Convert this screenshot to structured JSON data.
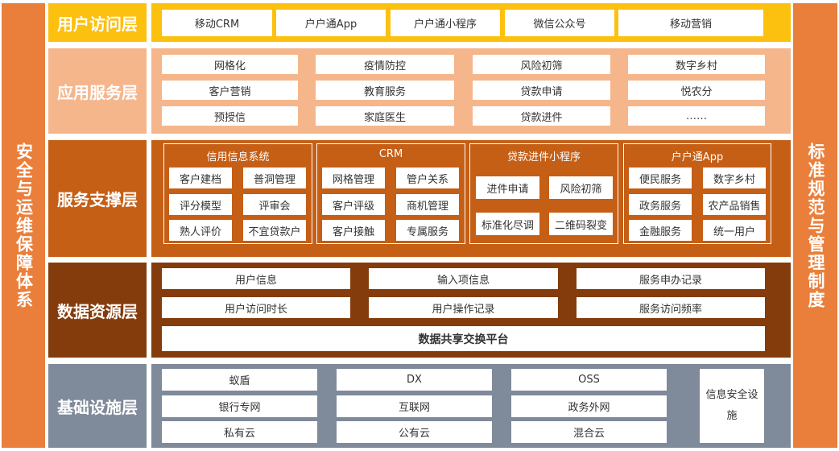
{
  "colors": {
    "orange_side": "#ea7f3b",
    "user_access": "#fcc00e",
    "app_service": "#f5b68c",
    "service_support": "#c55f16",
    "data_resource": "#843c0c",
    "infrastructure": "#7f8a9a"
  },
  "left_side": "安全与运维保障体系",
  "right_side": "标准规范与管理制度",
  "layers": {
    "user_access": {
      "label": "用户访问层",
      "items": [
        "移动CRM",
        "户户通App",
        "户户通小程序",
        "微信公众号",
        "移动营销"
      ]
    },
    "app_service": {
      "label": "应用服务层",
      "items": [
        "网格化",
        "疫情防控",
        "风险初筛",
        "数字乡村",
        "客户营销",
        "教育服务",
        "贷款申请",
        "悦农分",
        "预授信",
        "家庭医生",
        "贷款进件",
        "……"
      ]
    },
    "service_support": {
      "label": "服务支撑层",
      "groups": [
        {
          "title": "信用信息系统",
          "items": [
            "客户建档",
            "普洞管理",
            "评分模型",
            "评审会",
            "熟人评价",
            "不宜贷款户"
          ]
        },
        {
          "title": "CRM",
          "items": [
            "网格管理",
            "管户关系",
            "客户评级",
            "商机管理",
            "客户接触",
            "专属服务"
          ]
        },
        {
          "title": "贷款进件小程序",
          "items": [
            "进件申请",
            "风险初筛",
            "标准化尽调",
            "二维码裂变"
          ]
        },
        {
          "title": "户户通App",
          "items": [
            "便民服务",
            "数字乡村",
            "政务服务",
            "农产品销售",
            "金融服务",
            "统一用户"
          ]
        }
      ]
    },
    "data_resource": {
      "label": "数据资源层",
      "items": [
        "用户信息",
        "输入项信息",
        "服务申办记录",
        "用户访问时长",
        "用户操作记录",
        "服务访问频率"
      ],
      "platform": "数据共享交换平台"
    },
    "infrastructure": {
      "label": "基础设施层",
      "items": [
        "蚁盾",
        "DX",
        "OSS",
        "银行专网",
        "互联网",
        "政务外网",
        "私有云",
        "公有云",
        "混合云"
      ],
      "security": "信息安全设施"
    }
  }
}
